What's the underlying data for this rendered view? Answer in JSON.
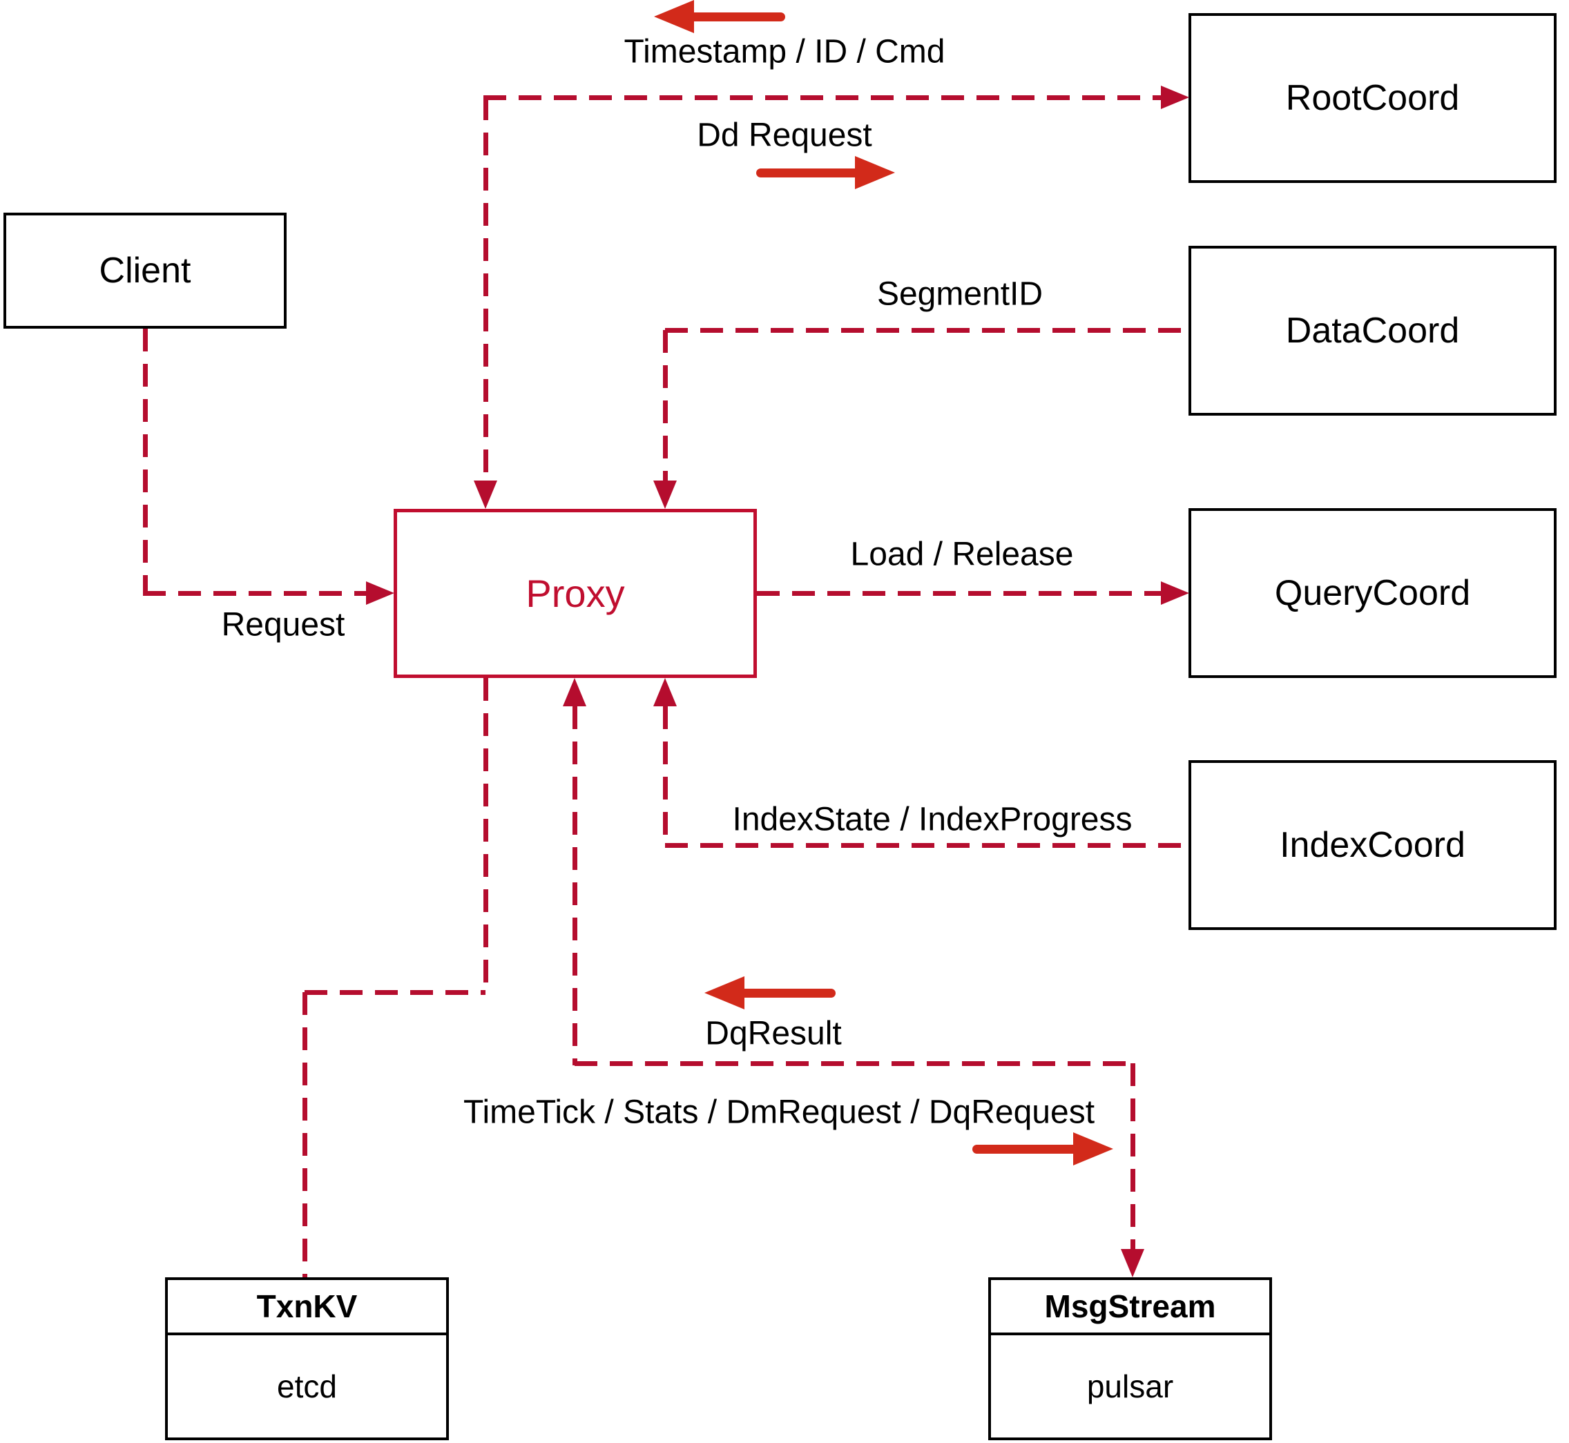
{
  "diagram": {
    "nodes": {
      "client": {
        "label": "Client"
      },
      "proxy": {
        "label": "Proxy"
      },
      "root_coord": {
        "label": "RootCoord"
      },
      "data_coord": {
        "label": "DataCoord"
      },
      "query_coord": {
        "label": "QueryCoord"
      },
      "index_coord": {
        "label": "IndexCoord"
      },
      "txn_kv": {
        "title": "TxnKV",
        "impl": "etcd"
      },
      "msg_stream": {
        "title": "MsgStream",
        "impl": "pulsar"
      }
    },
    "edges": {
      "timestamp_id_cmd": {
        "label": "Timestamp / ID / Cmd"
      },
      "dd_request": {
        "label": "Dd Request"
      },
      "segment_id": {
        "label": "SegmentID"
      },
      "load_release": {
        "label": "Load / Release"
      },
      "index_state": {
        "label": "IndexState / IndexProgress"
      },
      "request": {
        "label": "Request"
      },
      "dq_result": {
        "label": "DqResult"
      },
      "time_tick": {
        "label": "TimeTick / Stats / DmRequest / DqRequest"
      }
    },
    "colors": {
      "connector": "#b50d2e",
      "arrow": "#d22a1a",
      "proxy-accent": "#c00e2f",
      "node-border": "#000000",
      "label-text": "#000000",
      "background": "#ffffff"
    }
  }
}
